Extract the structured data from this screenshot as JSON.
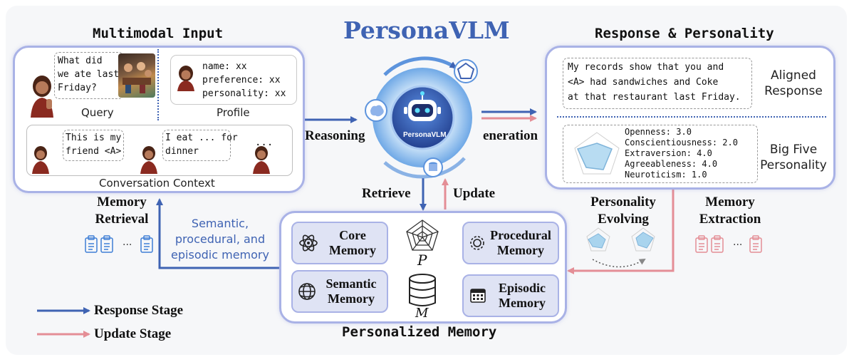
{
  "header": {
    "brand": "PersonaVLM",
    "robot_label": "PersonaVLM"
  },
  "input_section": {
    "title": "Multimodal Input",
    "query_text": "What did\nwe ate last\nFriday?",
    "query_label": "Query",
    "profile_lines": [
      "name: xx",
      "preference: xx",
      "personality: xx"
    ],
    "profile_label": "Profile",
    "conversation": [
      "This is my\nfriend <A>",
      "I eat ... for\ndinner",
      "..."
    ],
    "context_label": "Conversation Context"
  },
  "response_section": {
    "title": "Response & Personality",
    "response_text": "My records show that you and\n<A> had sandwiches and Coke\nat that restaurant last Friday.",
    "aligned_label": "Aligned\nResponse",
    "traits": [
      "Openness: 3.0",
      "Conscientiousness: 2.0",
      "Extraversion: 4.0",
      "Agreeableness: 4.0",
      "Neuroticism: 1.0"
    ],
    "trait_scores": [
      3.0,
      2.0,
      4.0,
      4.0,
      1.0
    ],
    "big_five_label": "Big Five\nPersonality"
  },
  "flow": {
    "reasoning": "Reasoning",
    "generation": "eneration",
    "retrieve": "Retrieve",
    "update": "Update"
  },
  "memory_retrieval": {
    "title": "Memory\nRetrieval",
    "description": "Semantic,\nprocedural, and\nepisodic memory",
    "ellipsis": "..."
  },
  "personality_evolving": {
    "title": "Personality\nEvolving"
  },
  "memory_extraction": {
    "title": "Memory\nExtraction",
    "ellipsis": "..."
  },
  "memory_section": {
    "title": "Personalized Memory",
    "core": "Core\nMemory",
    "procedural": "Procedural\nMemory",
    "semantic": "Semantic\nMemory",
    "episodic": "Episodic\nMemory",
    "symbol_p": "P",
    "symbol_m": "M"
  },
  "legend": {
    "response_stage": "Response Stage",
    "update_stage": "Update Stage"
  },
  "colors": {
    "response_blue": "#3f63b3",
    "update_pink": "#e48e96",
    "panel_border": "#a9b2e6",
    "memory_card": "#dfe3f4",
    "brand": "#3f63b3"
  }
}
